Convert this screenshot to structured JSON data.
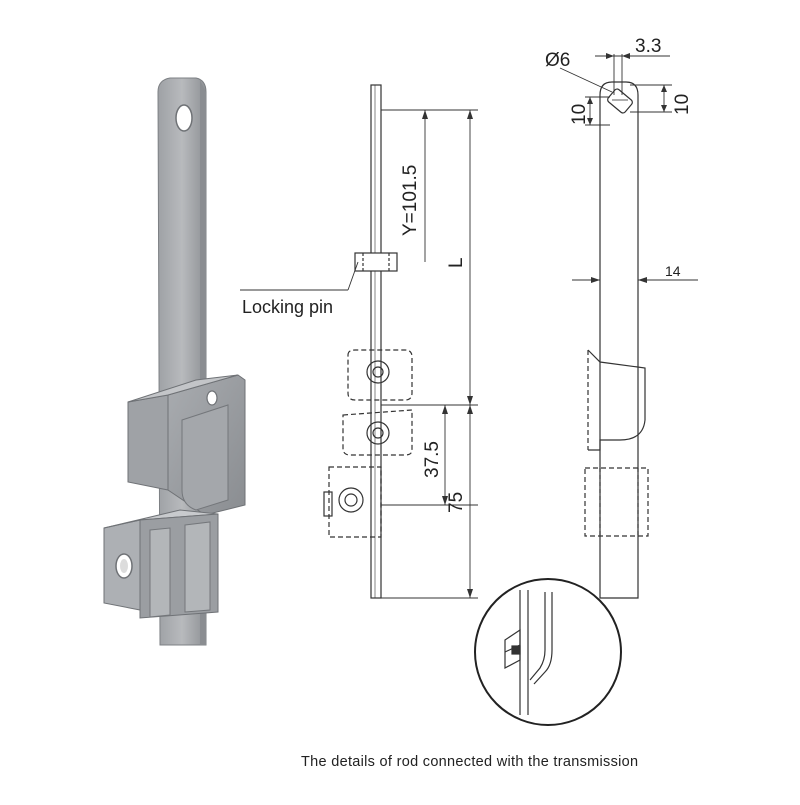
{
  "labels": {
    "locking_pin": "Locking pin",
    "caption": "The details of rod connected with the transmission"
  },
  "dimensions": {
    "y_offset": "Y=101.5",
    "length": "L",
    "d1": "37.5",
    "d2": "75",
    "hole_diameter": "Ø6",
    "hole_offset": "3.3",
    "height_left": "10",
    "height_right": "10",
    "width": "14"
  }
}
